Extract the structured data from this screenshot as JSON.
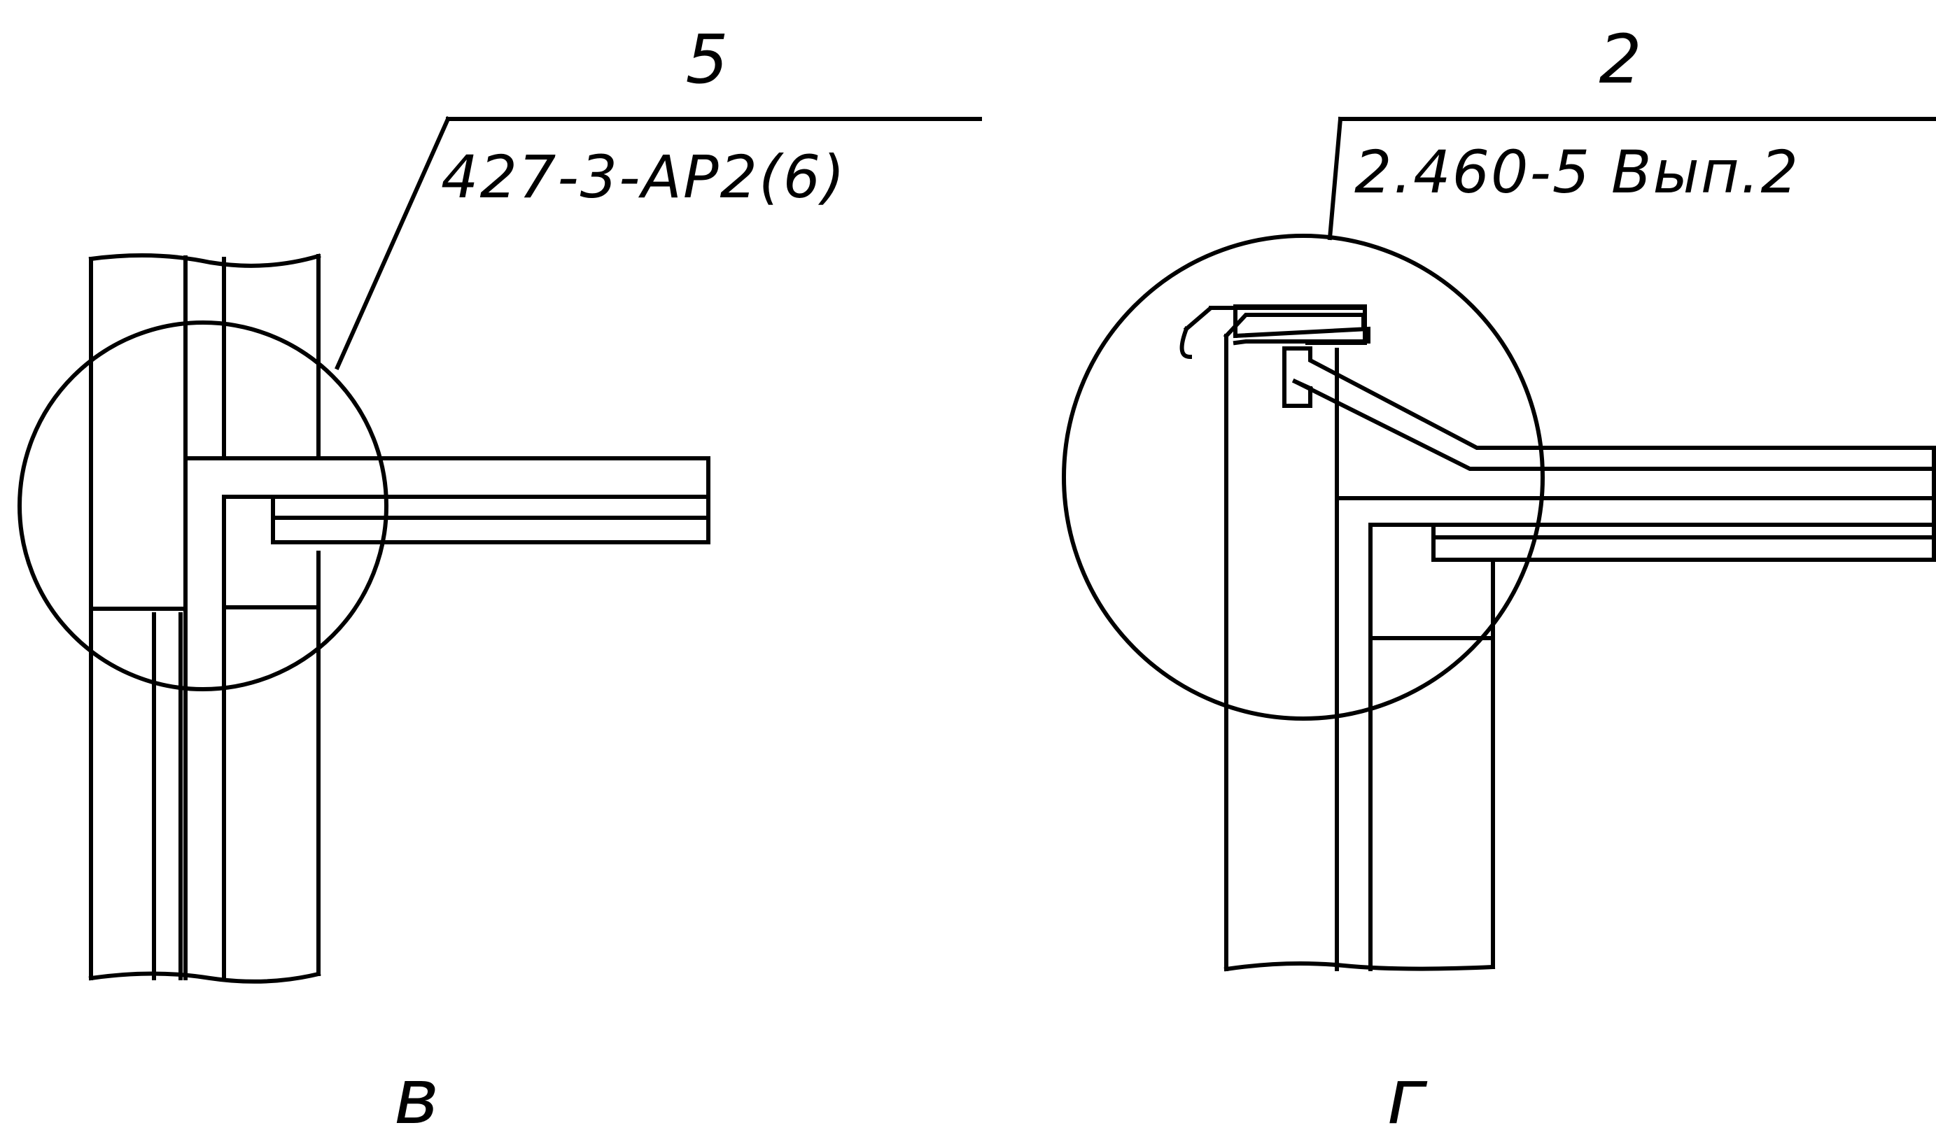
{
  "detail_v": {
    "callout_number": "5",
    "reference": "427-3-АР2(6)",
    "caption": "в"
  },
  "detail_g": {
    "callout_number": "2",
    "reference": "2.460-5 Вып.2",
    "caption": "г"
  }
}
